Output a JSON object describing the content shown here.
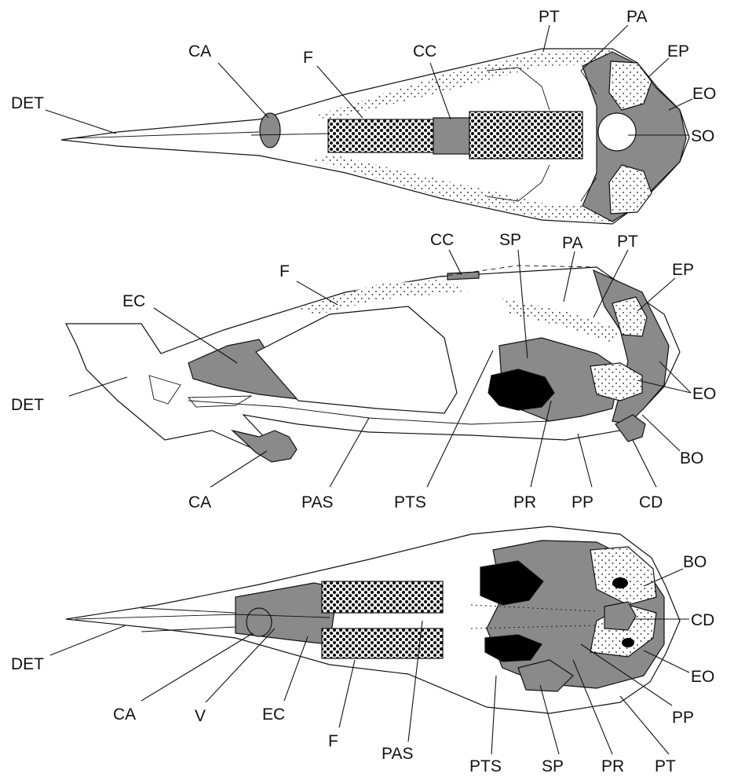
{
  "colors": {
    "ink": "#111111",
    "bone": "#ffffff",
    "cartilage": "#8a8a8a",
    "black": "#000000"
  },
  "views": {
    "dorsal": {
      "labels": {
        "det": "DET",
        "ca": "CA",
        "f": "F",
        "cc": "CC",
        "pt": "PT",
        "pa": "PA",
        "ep": "EP",
        "eo": "EO",
        "so": "SO"
      }
    },
    "lateral": {
      "labels": {
        "cc": "CC",
        "sp": "SP",
        "pa": "PA",
        "pt": "PT",
        "f": "F",
        "ep": "EP",
        "ec": "EC",
        "det": "DET",
        "eo": "EO",
        "bo": "BO",
        "ca": "CA",
        "pas": "PAS",
        "pts": "PTS",
        "pr": "PR",
        "pp": "PP",
        "cd": "CD"
      }
    },
    "ventral": {
      "labels": {
        "bo": "BO",
        "cd": "CD",
        "det": "DET",
        "eo": "EO",
        "pp": "PP",
        "ca": "CA",
        "v": "V",
        "ec": "EC",
        "f": "F",
        "pas": "PAS",
        "pts": "PTS",
        "sp": "SP",
        "pr": "PR",
        "pt": "PT"
      }
    }
  }
}
